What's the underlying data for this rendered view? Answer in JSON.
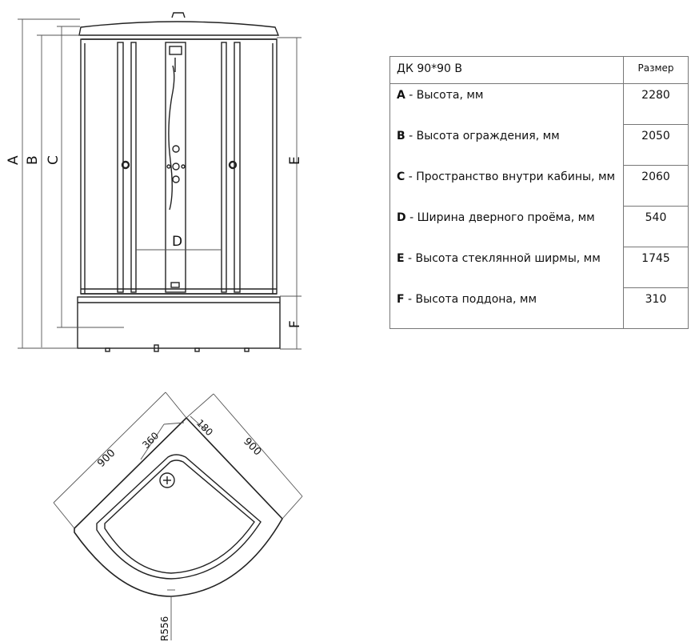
{
  "table": {
    "model": "ДК 90*90 B",
    "size_header": "Размер",
    "rows": [
      {
        "code": "A",
        "label": " - Высота, мм",
        "value": "2280"
      },
      {
        "code": "B",
        "label": " - Высота ограждения, мм",
        "value": "2050"
      },
      {
        "code": "C",
        "label": " - Пространство внутри кабины, мм",
        "value": "2060"
      },
      {
        "code": "D",
        "label": " - Ширина дверного проёма, мм",
        "value": "540"
      },
      {
        "code": "E",
        "label": " - Высота стеклянной ширмы, мм",
        "value": "1745"
      },
      {
        "code": "F",
        "label": " - Высота поддона, мм",
        "value": "310"
      }
    ]
  },
  "front_view": {
    "dim_a": "A",
    "dim_b": "B",
    "dim_c": "C",
    "dim_d": "D",
    "dim_e": "E",
    "dim_f": "F"
  },
  "plan_view": {
    "side_left": "900",
    "side_right": "900",
    "offset_360": "360",
    "offset_180": "180",
    "radius": "R556"
  }
}
